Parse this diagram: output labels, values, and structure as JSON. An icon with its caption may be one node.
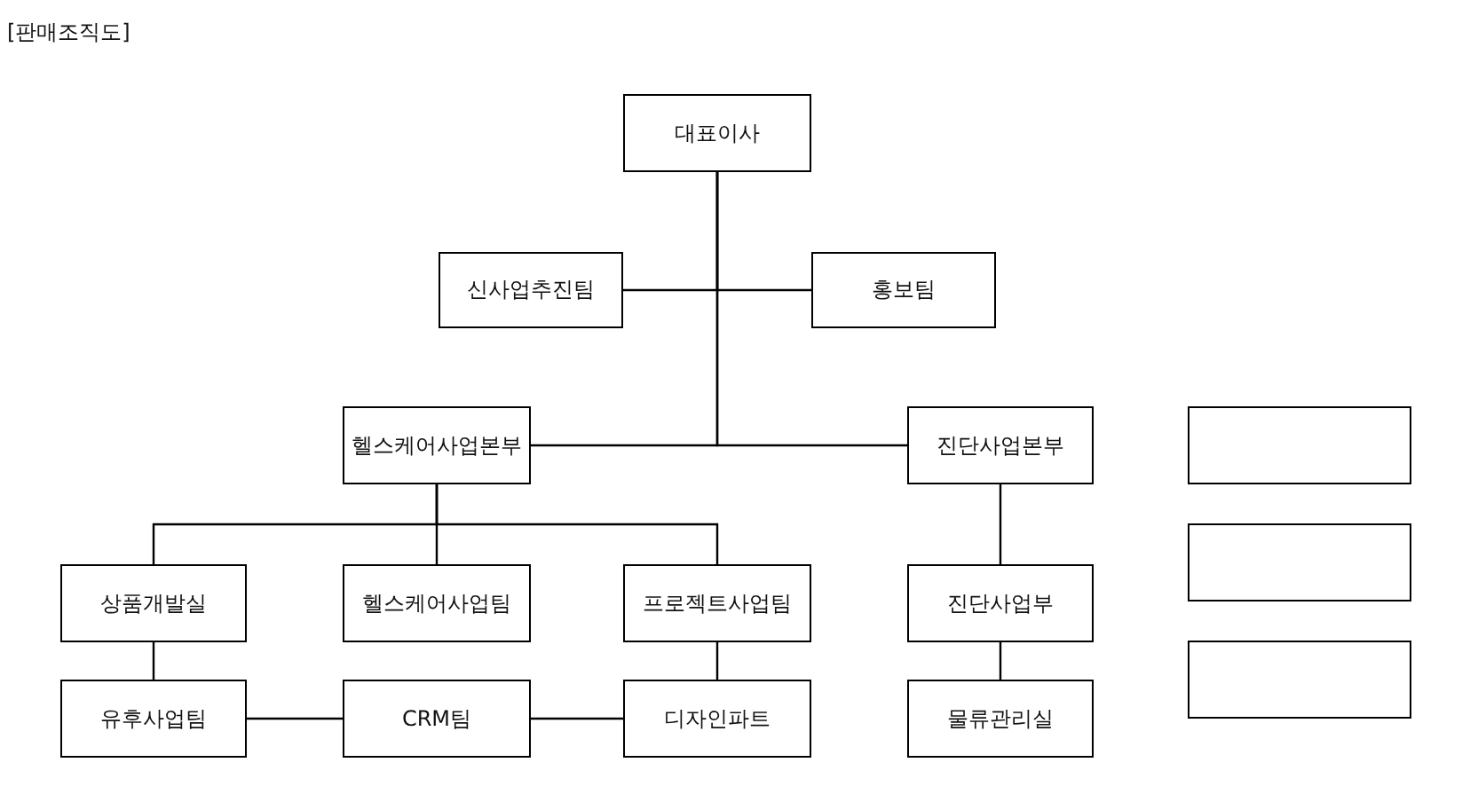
{
  "diagram": {
    "title": "[판매조직도]",
    "nodes": [
      {
        "text": [
          "대표이사"
        ]
      },
      {
        "text": [
          "신사업추진팀"
        ]
      },
      {
        "text": [
          "홍보팀"
        ]
      },
      {
        "text": [
          "헬스케어사업본부"
        ]
      },
      {
        "text": [
          "진단사업본부"
        ]
      },
      {
        "text": [
          "상품개발실"
        ]
      },
      {
        "text": [
          "헬스케어사업팀"
        ]
      },
      {
        "text": [
          "프로젝트사업팀"
        ]
      },
      {
        "text": [
          "진단사업부"
        ]
      },
      {
        "text": [
          "유후사업팀"
        ]
      },
      {
        "text": [
          "CRM팀"
        ]
      },
      {
        "text": [
          "디자인파트"
        ]
      },
      {
        "text": [
          "물류관리실"
        ]
      },
      {
        "text": [],
        "shape": "box"
      },
      {
        "text": [],
        "shape": "box"
      },
      {
        "text": [],
        "shape": "box"
      }
    ],
    "edges": [
      {
        "from": 0,
        "to": 1,
        "arrow": "none"
      },
      {
        "from": 0,
        "to": 2,
        "arrow": "none"
      },
      {
        "from": 0,
        "to": 3,
        "arrow": "none"
      },
      {
        "from": 0,
        "to": 4,
        "arrow": "none"
      },
      {
        "from": 3,
        "to": 5,
        "arrow": "none"
      },
      {
        "from": 3,
        "to": 6,
        "arrow": "none"
      },
      {
        "from": 3,
        "to": 7,
        "arrow": "none"
      },
      {
        "from": 4,
        "to": 8,
        "arrow": "none"
      },
      {
        "from": 5,
        "to": 9,
        "arrow": "none"
      },
      {
        "from": 7,
        "to": 11,
        "arrow": "none"
      },
      {
        "from": 8,
        "to": 12,
        "arrow": "none"
      },
      {
        "from": 9,
        "to": 10,
        "arrow": "none"
      },
      {
        "from": 10,
        "to": 11,
        "arrow": "none"
      }
    ]
  }
}
